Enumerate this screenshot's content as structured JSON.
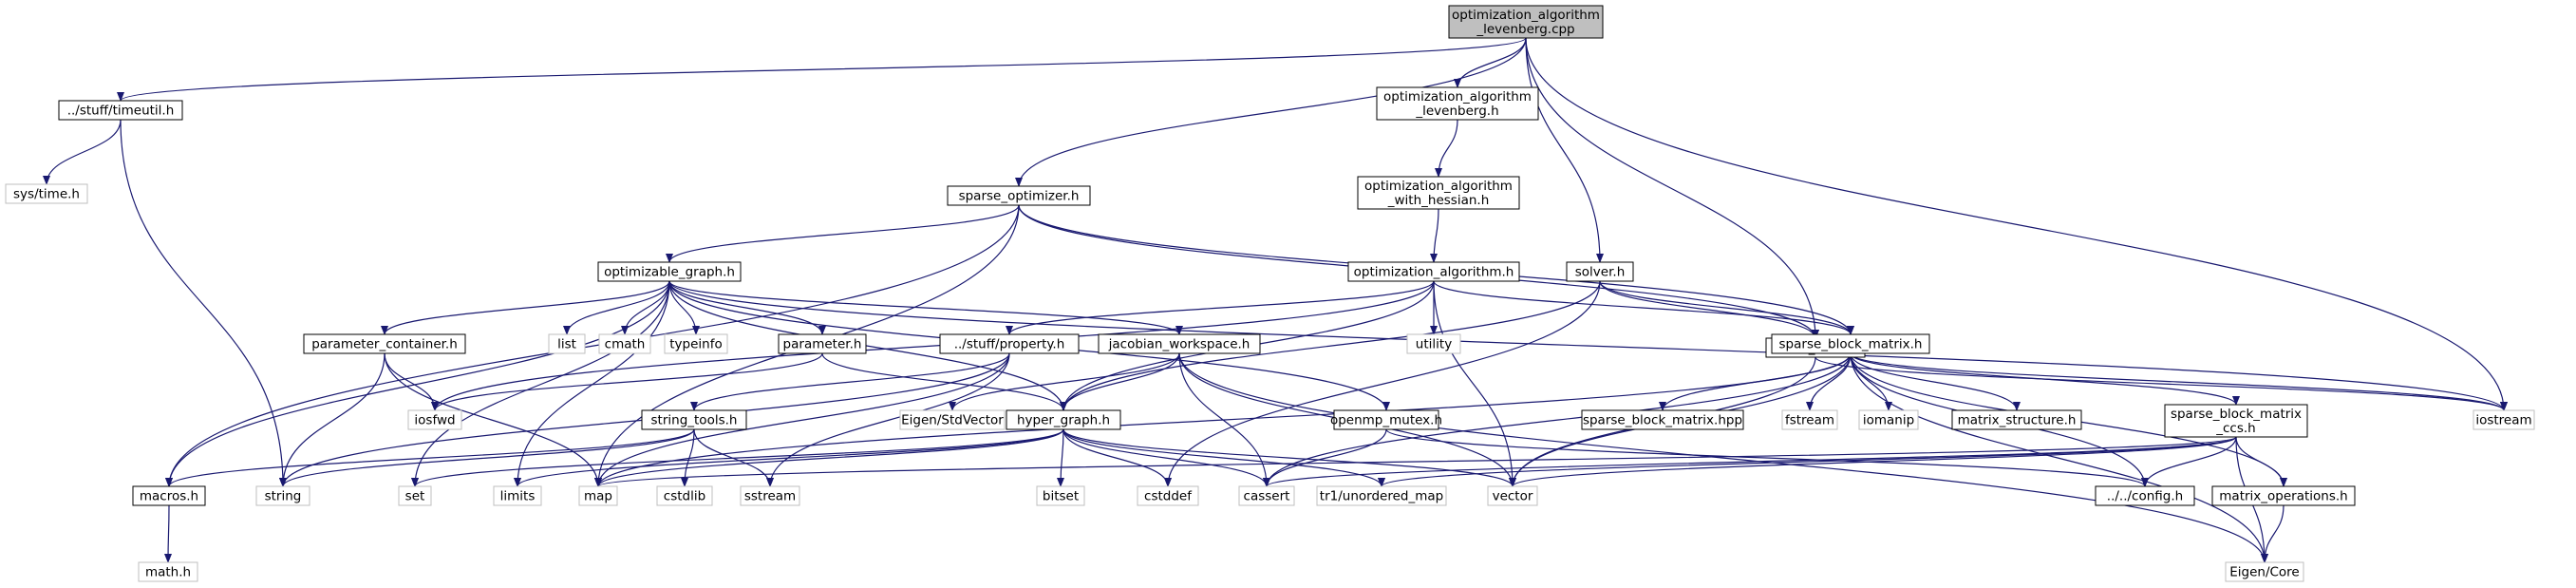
{
  "colors": {
    "edge": "#191970",
    "root_fill": "#bfbfbf",
    "node_fill": "#ffffff",
    "node_border": "#000000",
    "external_border": "#bfbfbf",
    "text": "#000000"
  },
  "nodes": [
    {
      "id": "root",
      "label": [
        "optimization_algorithm",
        "_levenberg.cpp"
      ],
      "kind": "root"
    },
    {
      "id": "timeutil",
      "label": [
        "../stuff/timeutil.h"
      ],
      "kind": "file"
    },
    {
      "id": "sys_time",
      "label": [
        "sys/time.h"
      ],
      "kind": "external"
    },
    {
      "id": "oal_h",
      "label": [
        "optimization_algorithm",
        "_levenberg.h"
      ],
      "kind": "file"
    },
    {
      "id": "oawh_h",
      "label": [
        "optimization_algorithm",
        "_with_hessian.h"
      ],
      "kind": "file"
    },
    {
      "id": "sparse_optimizer",
      "label": [
        "sparse_optimizer.h"
      ],
      "kind": "file"
    },
    {
      "id": "optimizable_graph",
      "label": [
        "optimizable_graph.h"
      ],
      "kind": "file"
    },
    {
      "id": "oa_h",
      "label": [
        "optimization_algorithm.h"
      ],
      "kind": "file"
    },
    {
      "id": "solver",
      "label": [
        "solver.h"
      ],
      "kind": "file"
    },
    {
      "id": "batch_stats",
      "label": [
        "batch_stats.h"
      ],
      "kind": "file"
    },
    {
      "id": "parameter_container",
      "label": [
        "parameter_container.h"
      ],
      "kind": "file"
    },
    {
      "id": "list",
      "label": [
        "list"
      ],
      "kind": "external"
    },
    {
      "id": "cmath",
      "label": [
        "cmath"
      ],
      "kind": "external"
    },
    {
      "id": "typeinfo",
      "label": [
        "typeinfo"
      ],
      "kind": "external"
    },
    {
      "id": "parameter",
      "label": [
        "parameter.h"
      ],
      "kind": "file"
    },
    {
      "id": "property",
      "label": [
        "../stuff/property.h"
      ],
      "kind": "file"
    },
    {
      "id": "jacobian",
      "label": [
        "jacobian_workspace.h"
      ],
      "kind": "file"
    },
    {
      "id": "utility",
      "label": [
        "utility"
      ],
      "kind": "external"
    },
    {
      "id": "sbm_h",
      "label": [
        "sparse_block_matrix.h"
      ],
      "kind": "file"
    },
    {
      "id": "iosfwd",
      "label": [
        "iosfwd"
      ],
      "kind": "external"
    },
    {
      "id": "string_tools",
      "label": [
        "string_tools.h"
      ],
      "kind": "file"
    },
    {
      "id": "eigen_stdvector",
      "label": [
        "Eigen/StdVector"
      ],
      "kind": "external"
    },
    {
      "id": "hyper_graph",
      "label": [
        "hyper_graph.h"
      ],
      "kind": "file"
    },
    {
      "id": "openmp_mutex",
      "label": [
        "openmp_mutex.h"
      ],
      "kind": "file"
    },
    {
      "id": "sbm_hpp",
      "label": [
        "sparse_block_matrix.hpp"
      ],
      "kind": "file"
    },
    {
      "id": "fstream",
      "label": [
        "fstream"
      ],
      "kind": "external"
    },
    {
      "id": "iomanip",
      "label": [
        "iomanip"
      ],
      "kind": "external"
    },
    {
      "id": "matrix_structure",
      "label": [
        "matrix_structure.h"
      ],
      "kind": "file"
    },
    {
      "id": "sbm_ccs",
      "label": [
        "sparse_block_matrix",
        "_ccs.h"
      ],
      "kind": "file"
    },
    {
      "id": "iostream",
      "label": [
        "iostream"
      ],
      "kind": "external"
    },
    {
      "id": "macros",
      "label": [
        "macros.h"
      ],
      "kind": "file"
    },
    {
      "id": "string",
      "label": [
        "string"
      ],
      "kind": "external"
    },
    {
      "id": "set",
      "label": [
        "set"
      ],
      "kind": "external"
    },
    {
      "id": "limits",
      "label": [
        "limits"
      ],
      "kind": "external"
    },
    {
      "id": "map",
      "label": [
        "map"
      ],
      "kind": "external"
    },
    {
      "id": "cstdlib",
      "label": [
        "cstdlib"
      ],
      "kind": "external"
    },
    {
      "id": "sstream",
      "label": [
        "sstream"
      ],
      "kind": "external"
    },
    {
      "id": "bitset",
      "label": [
        "bitset"
      ],
      "kind": "external"
    },
    {
      "id": "cstddef",
      "label": [
        "cstddef"
      ],
      "kind": "external"
    },
    {
      "id": "cassert",
      "label": [
        "cassert"
      ],
      "kind": "external"
    },
    {
      "id": "tr1_unordered_map",
      "label": [
        "tr1/unordered_map"
      ],
      "kind": "external"
    },
    {
      "id": "vector",
      "label": [
        "vector"
      ],
      "kind": "external"
    },
    {
      "id": "config",
      "label": [
        "../../config.h"
      ],
      "kind": "file"
    },
    {
      "id": "matrix_ops",
      "label": [
        "matrix_operations.h"
      ],
      "kind": "file"
    },
    {
      "id": "math",
      "label": [
        "math.h"
      ],
      "kind": "external"
    },
    {
      "id": "eigen_core",
      "label": [
        "Eigen/Core"
      ],
      "kind": "external"
    }
  ],
  "edges": [
    [
      "root",
      "timeutil"
    ],
    [
      "root",
      "oal_h"
    ],
    [
      "root",
      "sparse_optimizer"
    ],
    [
      "root",
      "solver"
    ],
    [
      "root",
      "batch_stats"
    ],
    [
      "root",
      "iostream"
    ],
    [
      "timeutil",
      "sys_time"
    ],
    [
      "timeutil",
      "string"
    ],
    [
      "oal_h",
      "oawh_h"
    ],
    [
      "oawh_h",
      "oa_h"
    ],
    [
      "sparse_optimizer",
      "optimizable_graph"
    ],
    [
      "sparse_optimizer",
      "sbm_h"
    ],
    [
      "sparse_optimizer",
      "batch_stats"
    ],
    [
      "sparse_optimizer",
      "macros"
    ],
    [
      "sparse_optimizer",
      "map"
    ],
    [
      "optimizable_graph",
      "parameter_container"
    ],
    [
      "optimizable_graph",
      "list"
    ],
    [
      "optimizable_graph",
      "cmath"
    ],
    [
      "optimizable_graph",
      "typeinfo"
    ],
    [
      "optimizable_graph",
      "parameter"
    ],
    [
      "optimizable_graph",
      "jacobian"
    ],
    [
      "optimizable_graph",
      "openmp_mutex"
    ],
    [
      "optimizable_graph",
      "hyper_graph"
    ],
    [
      "optimizable_graph",
      "macros"
    ],
    [
      "optimizable_graph",
      "set"
    ],
    [
      "optimizable_graph",
      "limits"
    ],
    [
      "optimizable_graph",
      "iostream"
    ],
    [
      "oa_h",
      "property"
    ],
    [
      "oa_h",
      "hyper_graph"
    ],
    [
      "oa_h",
      "utility"
    ],
    [
      "oa_h",
      "sbm_h"
    ],
    [
      "oa_h",
      "vector"
    ],
    [
      "oa_h",
      "iosfwd"
    ],
    [
      "solver",
      "sbm_h"
    ],
    [
      "solver",
      "hyper_graph"
    ],
    [
      "solver",
      "batch_stats"
    ],
    [
      "solver",
      "cstddef"
    ],
    [
      "batch_stats",
      "iostream"
    ],
    [
      "batch_stats",
      "vector"
    ],
    [
      "parameter_container",
      "iosfwd"
    ],
    [
      "parameter_container",
      "map"
    ],
    [
      "parameter_container",
      "string"
    ],
    [
      "parameter",
      "iosfwd"
    ],
    [
      "parameter",
      "hyper_graph"
    ],
    [
      "property",
      "string_tools"
    ],
    [
      "property",
      "map"
    ],
    [
      "property",
      "string"
    ],
    [
      "property",
      "sstream"
    ],
    [
      "jacobian",
      "eigen_stdvector"
    ],
    [
      "jacobian",
      "hyper_graph"
    ],
    [
      "jacobian",
      "cassert"
    ],
    [
      "jacobian",
      "eigen_core"
    ],
    [
      "jacobian",
      "vector"
    ],
    [
      "sbm_h",
      "sbm_hpp"
    ],
    [
      "sbm_h",
      "fstream"
    ],
    [
      "sbm_h",
      "iomanip"
    ],
    [
      "sbm_h",
      "matrix_structure"
    ],
    [
      "sbm_h",
      "sbm_ccs"
    ],
    [
      "sbm_h",
      "matrix_ops"
    ],
    [
      "sbm_h",
      "config"
    ],
    [
      "sbm_h",
      "iostream"
    ],
    [
      "sbm_h",
      "eigen_core"
    ],
    [
      "sbm_h",
      "map"
    ],
    [
      "sbm_h",
      "cassert"
    ],
    [
      "sbm_h",
      "vector"
    ],
    [
      "string_tools",
      "macros"
    ],
    [
      "string_tools",
      "string"
    ],
    [
      "string_tools",
      "cstdlib"
    ],
    [
      "string_tools",
      "sstream"
    ],
    [
      "hyper_graph",
      "map"
    ],
    [
      "hyper_graph",
      "set"
    ],
    [
      "hyper_graph",
      "limits"
    ],
    [
      "hyper_graph",
      "bitset"
    ],
    [
      "hyper_graph",
      "cstddef"
    ],
    [
      "hyper_graph",
      "cassert"
    ],
    [
      "hyper_graph",
      "tr1_unordered_map"
    ],
    [
      "hyper_graph",
      "vector"
    ],
    [
      "openmp_mutex",
      "cassert"
    ],
    [
      "openmp_mutex",
      "config"
    ],
    [
      "sbm_ccs",
      "matrix_ops"
    ],
    [
      "sbm_ccs",
      "config"
    ],
    [
      "sbm_ccs",
      "eigen_core"
    ],
    [
      "sbm_ccs",
      "vector"
    ],
    [
      "sbm_ccs",
      "map"
    ],
    [
      "sbm_ccs",
      "tr1_unordered_map"
    ],
    [
      "sbm_ccs",
      "cassert"
    ],
    [
      "matrix_ops",
      "eigen_core"
    ],
    [
      "macros",
      "math"
    ]
  ]
}
